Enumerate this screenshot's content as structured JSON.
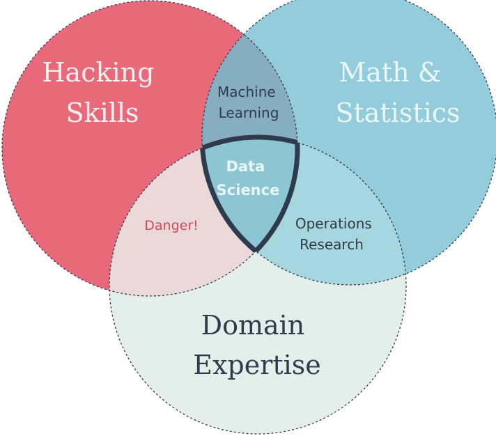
{
  "circles": {
    "hacking": {
      "label_lines": [
        "Hacking",
        "Skills"
      ],
      "color": "#e8697a"
    },
    "math": {
      "label_lines": [
        "Math &",
        "Statistics"
      ],
      "color": "#93cddb"
    },
    "domain": {
      "label_lines": [
        "Domain",
        "Expertise"
      ],
      "color": "#e4efec"
    }
  },
  "overlaps": {
    "machine_learning": {
      "label_lines": [
        "Machine",
        "Learning"
      ]
    },
    "data_science": {
      "label_lines": [
        "Data",
        "Science"
      ],
      "color": "#e8f6f8"
    },
    "danger": {
      "label": "Danger!",
      "color": "#d6475a"
    },
    "operations_research": {
      "label_lines": [
        "Operations",
        "Research"
      ]
    }
  },
  "colors": {
    "outline": "#2f3a4c",
    "center_outline": "#2f3a4c",
    "hacking_domain_overlap": "#ead9d8",
    "hacking_math_overlap": "#86aec0",
    "math_domain_overlap": "#a6d6df",
    "center_fill": "#8cc6d3"
  }
}
